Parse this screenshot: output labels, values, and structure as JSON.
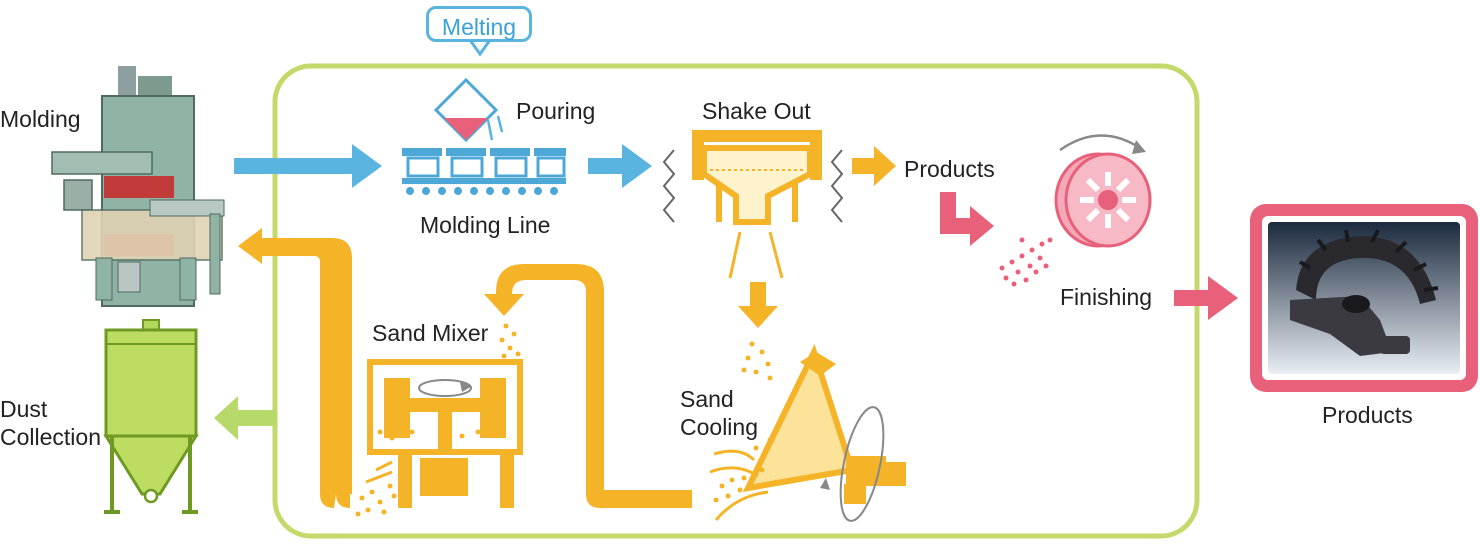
{
  "stages": {
    "melting": "Melting",
    "pouring": "Pouring",
    "shake_out": "Shake Out",
    "molding": "Molding",
    "molding_line": "Molding Line",
    "products_mid": "Products",
    "finishing": "Finishing",
    "sand_mixer": "Sand Mixer",
    "sand_cooling_1": "Sand",
    "sand_cooling_2": "Cooling",
    "dust_collection_1": "Dust",
    "dust_collection_2": "Collection",
    "products_final": "Products"
  },
  "colors": {
    "loop_border": "#c3d96a",
    "blue_arrow": "#5ab4e0",
    "sand": "#f5b428",
    "pink": "#e8607a",
    "green": "#9ccf3e",
    "machine": "#8fb3a4"
  }
}
